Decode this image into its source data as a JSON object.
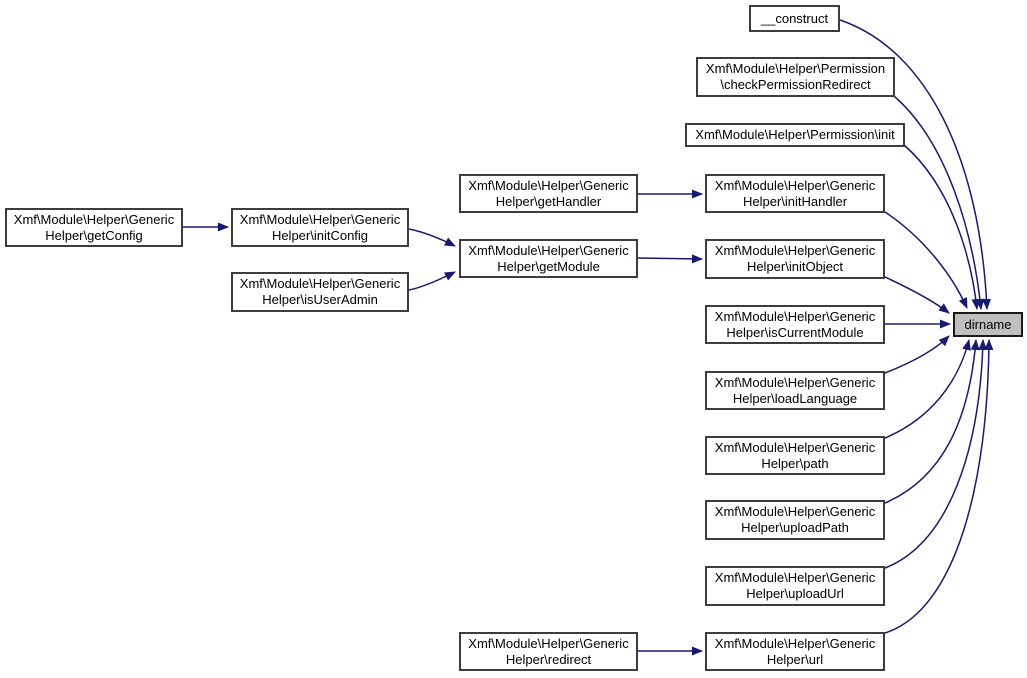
{
  "diagram": {
    "kind": "doxygen-call-graph",
    "colors": {
      "edge": "#191970",
      "node_border": "#3c3c3c",
      "node_fill": "#ffffff",
      "highlight_fill": "#bfbfbf",
      "text": "#000000"
    },
    "nodes": {
      "getConfig": {
        "label": "Xmf\\Module\\Helper\\Generic\nHelper\\getConfig"
      },
      "initConfig": {
        "label": "Xmf\\Module\\Helper\\Generic\nHelper\\initConfig"
      },
      "isUserAdmin": {
        "label": "Xmf\\Module\\Helper\\Generic\nHelper\\isUserAdmin"
      },
      "getHandler": {
        "label": "Xmf\\Module\\Helper\\Generic\nHelper\\getHandler"
      },
      "getModule": {
        "label": "Xmf\\Module\\Helper\\Generic\nHelper\\getModule"
      },
      "redirect": {
        "label": "Xmf\\Module\\Helper\\Generic\nHelper\\redirect"
      },
      "construct": {
        "label": "__construct"
      },
      "checkPermissionRedirect": {
        "label": "Xmf\\Module\\Helper\\Permission\n\\checkPermissionRedirect"
      },
      "permissionInit": {
        "label": "Xmf\\Module\\Helper\\Permission\\init"
      },
      "initHandler": {
        "label": "Xmf\\Module\\Helper\\Generic\nHelper\\initHandler"
      },
      "initObject": {
        "label": "Xmf\\Module\\Helper\\Generic\nHelper\\initObject"
      },
      "isCurrentModule": {
        "label": "Xmf\\Module\\Helper\\Generic\nHelper\\isCurrentModule"
      },
      "loadLanguage": {
        "label": "Xmf\\Module\\Helper\\Generic\nHelper\\loadLanguage"
      },
      "path": {
        "label": "Xmf\\Module\\Helper\\Generic\nHelper\\path"
      },
      "uploadPath": {
        "label": "Xmf\\Module\\Helper\\Generic\nHelper\\uploadPath"
      },
      "uploadUrl": {
        "label": "Xmf\\Module\\Helper\\Generic\nHelper\\uploadUrl"
      },
      "url": {
        "label": "Xmf\\Module\\Helper\\Generic\nHelper\\url"
      },
      "dirname": {
        "label": "dirname"
      }
    },
    "edges": [
      {
        "from": "getConfig",
        "to": "initConfig"
      },
      {
        "from": "initConfig",
        "to": "getModule"
      },
      {
        "from": "isUserAdmin",
        "to": "getModule"
      },
      {
        "from": "getHandler",
        "to": "initHandler"
      },
      {
        "from": "getModule",
        "to": "initObject"
      },
      {
        "from": "redirect",
        "to": "url"
      },
      {
        "from": "construct",
        "to": "dirname"
      },
      {
        "from": "checkPermissionRedirect",
        "to": "dirname"
      },
      {
        "from": "permissionInit",
        "to": "dirname"
      },
      {
        "from": "initHandler",
        "to": "dirname"
      },
      {
        "from": "initObject",
        "to": "dirname"
      },
      {
        "from": "isCurrentModule",
        "to": "dirname"
      },
      {
        "from": "loadLanguage",
        "to": "dirname"
      },
      {
        "from": "path",
        "to": "dirname"
      },
      {
        "from": "uploadPath",
        "to": "dirname"
      },
      {
        "from": "uploadUrl",
        "to": "dirname"
      },
      {
        "from": "url",
        "to": "dirname"
      }
    ]
  }
}
